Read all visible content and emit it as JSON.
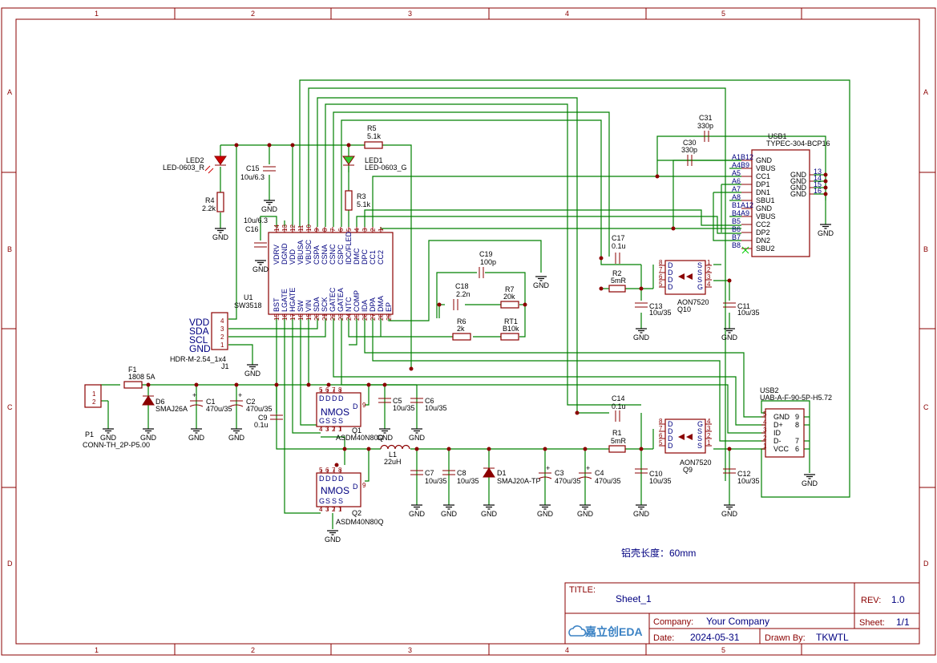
{
  "zones": {
    "cols": [
      "1",
      "2",
      "3",
      "4",
      "5"
    ],
    "rows": [
      "A",
      "B",
      "C",
      "D"
    ]
  },
  "title_block": {
    "title_label": "TITLE:",
    "title": "Sheet_1",
    "rev_label": "REV:",
    "rev": "1.0",
    "company_label": "Company:",
    "company": "Your Company",
    "sheet_label": "Sheet:",
    "sheet": "1/1",
    "date_label": "Date:",
    "date": "2024-05-31",
    "drawn_label": "Drawn By:",
    "drawn": "TKWTL",
    "logo": "嘉立创EDA"
  },
  "note": "铝壳长度：60mm",
  "gnd": "GND",
  "u1": {
    "ref": "U1",
    "value": "SW3518",
    "top_pins": [
      {
        "num": "14",
        "name": "VDRV"
      },
      {
        "num": "13",
        "name": "DGND"
      },
      {
        "num": "12",
        "name": "VDD"
      },
      {
        "num": "11",
        "name": "VBUSA"
      },
      {
        "num": "10",
        "name": "VBUSC"
      },
      {
        "num": "9",
        "name": "CSPA"
      },
      {
        "num": "8",
        "name": "CSNA"
      },
      {
        "num": "7",
        "name": "CSNC"
      },
      {
        "num": "6",
        "name": "CSPC"
      },
      {
        "num": "5",
        "name": "IDC/FLED"
      },
      {
        "num": "4",
        "name": "DMC"
      },
      {
        "num": "3",
        "name": "DPC"
      },
      {
        "num": "2",
        "name": "CC1"
      },
      {
        "num": "1",
        "name": "CC2"
      }
    ],
    "bottom_pins": [
      {
        "num": "15",
        "name": "BST"
      },
      {
        "num": "16",
        "name": "LGATE"
      },
      {
        "num": "17",
        "name": "HGATE"
      },
      {
        "num": "18",
        "name": "SW"
      },
      {
        "num": "19",
        "name": "VIN"
      },
      {
        "num": "20",
        "name": "SDA"
      },
      {
        "num": "21",
        "name": "SCK"
      },
      {
        "num": "22",
        "name": "GATEC"
      },
      {
        "num": "23",
        "name": "GATEA"
      },
      {
        "num": "24",
        "name": "NTC"
      },
      {
        "num": "25",
        "name": "COMP"
      },
      {
        "num": "26",
        "name": "IDA"
      },
      {
        "num": "27",
        "name": "DPA"
      },
      {
        "num": "28",
        "name": "DMA"
      },
      {
        "num": "29",
        "name": "EP"
      }
    ]
  },
  "usb1": {
    "ref": "USB1",
    "value": "TYPEC-304-BCP16",
    "pins_left": [
      {
        "num": "A1B12",
        "name": "GND"
      },
      {
        "num": "A4B9",
        "name": "VBUS"
      },
      {
        "num": "A5",
        "name": "CC1"
      },
      {
        "num": "A6",
        "name": "DP1"
      },
      {
        "num": "A7",
        "name": "DN1"
      },
      {
        "num": "A8",
        "name": "SBU1"
      },
      {
        "num": "B1A12",
        "name": "GND"
      },
      {
        "num": "B4A9",
        "name": "VBUS"
      },
      {
        "num": "B5",
        "name": "CC2"
      },
      {
        "num": "B6",
        "name": "DP2"
      },
      {
        "num": "B7",
        "name": "DN2"
      },
      {
        "num": "B8",
        "name": "SBU2"
      }
    ],
    "pins_right": [
      {
        "num": "13",
        "name": "GND"
      },
      {
        "num": "14",
        "name": "GND"
      },
      {
        "num": "15",
        "name": "GND"
      },
      {
        "num": "16",
        "name": "GND"
      }
    ]
  },
  "usb2": {
    "ref": "USB2",
    "value": "UAB-A-F-90-5P-H5.72",
    "pins_left": [
      {
        "num": "5",
        "name": "GND"
      },
      {
        "num": "4",
        "name": "D+"
      },
      {
        "num": "3",
        "name": "ID"
      },
      {
        "num": "2",
        "name": "D-"
      },
      {
        "num": "1",
        "name": "VCC"
      }
    ],
    "pins_right": [
      "9",
      "8",
      "7",
      "6"
    ]
  },
  "j1": {
    "ref": "J1",
    "value": "HDR-M-2.54_1x4",
    "pins": [
      "4",
      "3",
      "2",
      "1"
    ],
    "signals": [
      "VDD",
      "SDA",
      "SCL",
      "GND"
    ]
  },
  "p1": {
    "ref": "P1",
    "value": "CONN-TH_2P-P5.00",
    "pins": [
      "1",
      "2"
    ]
  },
  "mosfets": [
    {
      "ref": "Q1",
      "value": "ASDM40N80Q",
      "label": "NMOS",
      "top_pins": [
        "5",
        "6",
        "7",
        "8"
      ],
      "bottom_pins": [
        "4",
        "3",
        "2",
        "1"
      ],
      "side_pin": "9",
      "top_text": [
        "D",
        "D",
        "D",
        "D"
      ],
      "bottom_text": [
        "G",
        "S",
        "S",
        "S"
      ],
      "side_text": "D"
    },
    {
      "ref": "Q2",
      "value": "ASDM40N80Q",
      "label": "NMOS",
      "top_pins": [
        "5",
        "6",
        "7",
        "8"
      ],
      "bottom_pins": [
        "4",
        "3",
        "2",
        "1"
      ],
      "side_pin": "9",
      "top_text": [
        "D",
        "D",
        "D",
        "D"
      ],
      "bottom_text": [
        "G",
        "S",
        "S",
        "S"
      ],
      "side_text": "D"
    },
    {
      "ref": "Q10",
      "value": "AON7520",
      "left_pins": [
        "8",
        "7",
        "6",
        "5"
      ],
      "right_pins": [
        "1",
        "2",
        "3",
        "4"
      ],
      "left_text": [
        "D",
        "D",
        "D",
        "D"
      ],
      "right_text": [
        "S",
        "S",
        "S",
        "G"
      ]
    },
    {
      "ref": "Q9",
      "value": "AON7520",
      "left_pins": [
        "8",
        "7",
        "6",
        "5"
      ],
      "right_pins": [
        "4",
        "3",
        "2",
        "1"
      ],
      "left_text": [
        "D",
        "D",
        "D",
        "D"
      ],
      "right_text": [
        "G",
        "S",
        "S",
        "S"
      ]
    }
  ],
  "parts": {
    "led2": {
      "ref": "LED2",
      "value": "LED-0603_R"
    },
    "led1": {
      "ref": "LED1",
      "value": "LED-0603_G"
    },
    "r4": {
      "ref": "R4",
      "value": "2.2k"
    },
    "r5": {
      "ref": "R5",
      "value": "5.1k"
    },
    "r3": {
      "ref": "R3",
      "value": "5.1k"
    },
    "c15": {
      "ref": "C15",
      "value": "10u/6.3"
    },
    "c16": {
      "ref": "C16",
      "value": "10u/6.3"
    },
    "c19": {
      "ref": "C19",
      "value": "100p"
    },
    "c18": {
      "ref": "C18",
      "value": "2.2n"
    },
    "r7": {
      "ref": "R7",
      "value": "20k"
    },
    "r6": {
      "ref": "R6",
      "value": "2k"
    },
    "rt1": {
      "ref": "RT1",
      "value": "B10k"
    },
    "c31": {
      "ref": "C31",
      "value": "330p"
    },
    "c30": {
      "ref": "C30",
      "value": "330p"
    },
    "c17": {
      "ref": "C17",
      "value": "0.1u"
    },
    "r2": {
      "ref": "R2",
      "value": "5mR"
    },
    "c13": {
      "ref": "C13",
      "value": "10u/35"
    },
    "c11": {
      "ref": "C11",
      "value": "10u/35"
    },
    "c14": {
      "ref": "C14",
      "value": "0.1u"
    },
    "r1": {
      "ref": "R1",
      "value": "5mR"
    },
    "c10": {
      "ref": "C10",
      "value": "10u/35"
    },
    "c12": {
      "ref": "C12",
      "value": "10u/35"
    },
    "f1": {
      "ref": "F1",
      "value": "1808 5A"
    },
    "d6": {
      "ref": "D6",
      "value": "SMAJ26A"
    },
    "c1": {
      "ref": "C1",
      "value": "470u/35"
    },
    "c2": {
      "ref": "C2",
      "value": "470u/35"
    },
    "c9": {
      "ref": "C9",
      "value": "0.1u"
    },
    "c5": {
      "ref": "C5",
      "value": "10u/35"
    },
    "c6": {
      "ref": "C6",
      "value": "10u/35"
    },
    "l1": {
      "ref": "L1",
      "value": "22uH"
    },
    "c7": {
      "ref": "C7",
      "value": "10u/35"
    },
    "c8": {
      "ref": "C8",
      "value": "10u/35"
    },
    "d1": {
      "ref": "D1",
      "value": "SMAJ20A-TP"
    },
    "c3": {
      "ref": "C3",
      "value": "470u/35"
    },
    "c4": {
      "ref": "C4",
      "value": "470u/35"
    }
  }
}
